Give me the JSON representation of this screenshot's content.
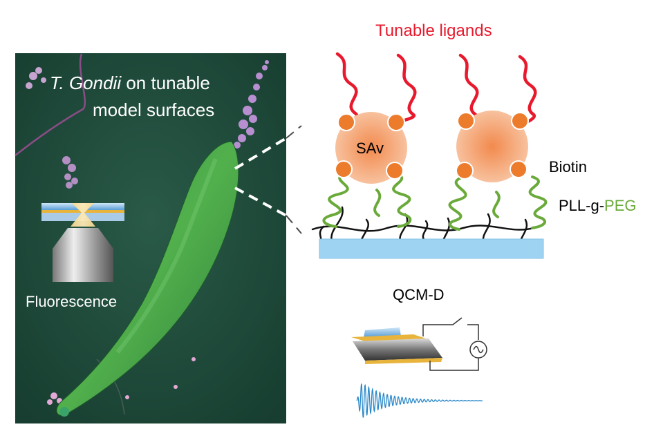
{
  "panel": {
    "title_italic": "T. Gondii",
    "title_rest": " on tunable",
    "title_line2": "model surfaces",
    "fluorescence_label": "Fluorescence"
  },
  "schematic": {
    "ligands_label": "Tunable ligands",
    "sav_label": "SAv",
    "biotin_label": "Biotin",
    "pll_prefix": "PLL-g-",
    "peg_suffix": "PEG",
    "qcmd_label": "QCM-D"
  },
  "colors": {
    "panel_bg": "#1f4b3c",
    "parasite": "#3f9a45",
    "ligand": "#e8192c",
    "sav": "#f6a36e",
    "biotin": "#ec7b2c",
    "peg": "#6aaa3a",
    "substrate": "#9fd3f2",
    "signal": "#2a88c8"
  }
}
